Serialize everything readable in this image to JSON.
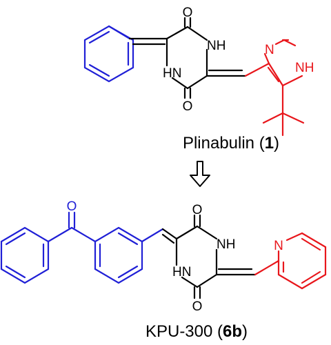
{
  "colors": {
    "core": "#000000",
    "aryl": "#1f1fd6",
    "heteroaryl": "#e8161b"
  },
  "molecule1": {
    "atoms": {
      "o_top": "O",
      "nh_right": "NH",
      "hn_left": "HN",
      "o_bottom": "O",
      "imid_n": "N",
      "imid_nh": "NH"
    },
    "caption": {
      "name": "Plinabulin (",
      "number": "1",
      "close": ")"
    }
  },
  "arrow": {
    "icon": "hollow-down-arrow-icon"
  },
  "molecule2": {
    "atoms": {
      "o_ketone": "O",
      "o_top": "O",
      "nh_right": "NH",
      "hn_left": "HN",
      "o_bottom": "O",
      "pyr_n": "N"
    },
    "caption": {
      "name": "KPU-300 (",
      "number": "6b",
      "close": ")"
    }
  }
}
